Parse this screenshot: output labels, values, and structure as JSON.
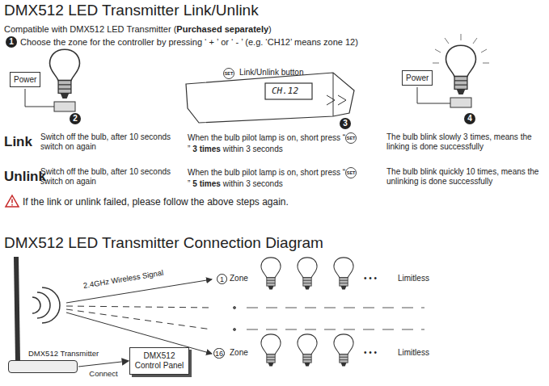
{
  "diagram": {
    "title": "DMX512 LED Transmitter Link/Unlink",
    "nodes": [
      {
        "text": [
          "Power"
        ]
      },
      {
        "text": [
          "Power"
        ]
      },
      {
        "text": [
          "DMX512 Transmitter"
        ]
      },
      {
        "text": [
          "DMX512 Control Panel"
        ]
      }
    ],
    "edges": [
      {
        "from": 2,
        "to": 3,
        "arrow": "to",
        "label": "Connect"
      }
    ],
    "labels": [
      "Compatible with DMX512 LED Transmitter (",
      "Purchased separately",
      ")",
      "1",
      "Choose the zone for the controller by pressing ‘ + ’ or ‘ - ’  (e.g. ‘CH12’ means zone 12)",
      "2",
      "SET",
      "Link/Unlink button",
      "CH.12",
      "3",
      "4",
      "Link",
      "Switch off the bulb, after 10 seconds switch on again",
      "When the bulb pilot lamp is on, short press “",
      "SET",
      "”",
      "3 times",
      "within 3 seconds",
      "The bulb blink slowly 3 times, means the linking is done successfully",
      "Unlink",
      "Switch off the bulb, after 10 seconds switch on again",
      "When the bulb pilot lamp is on, short press “",
      "SET",
      "”",
      "5 times",
      "within 3 seconds",
      "The bulb blink quickly 10 times, means the unlinking is done successfully",
      "If the link or unlink failed, please follow the above steps again.",
      "DMX512 LED Transmitter Connection Diagram",
      "2.4GHz Wireless Signal",
      "1",
      "Zone",
      "• • •",
      "Limitless",
      "16",
      "Zone",
      "• • •",
      "Limitless"
    ]
  }
}
